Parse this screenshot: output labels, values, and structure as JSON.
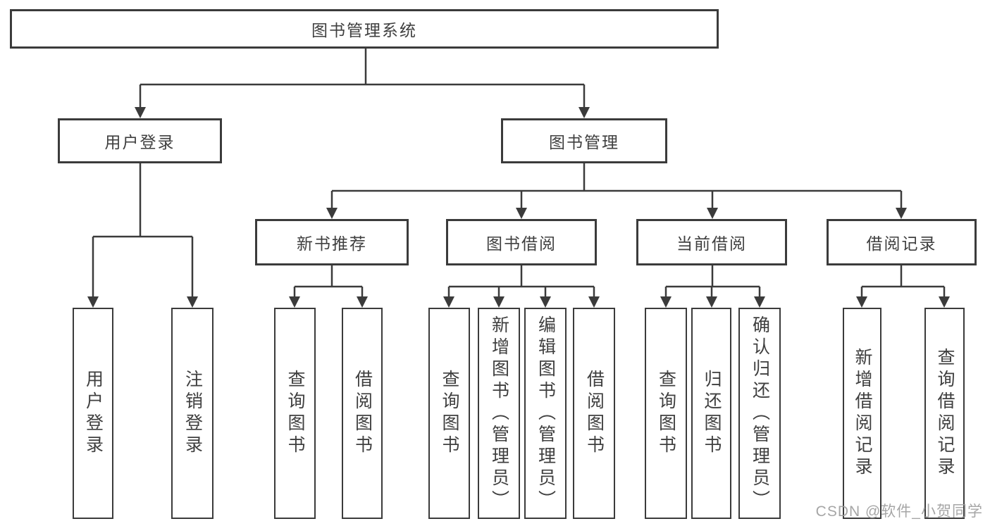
{
  "diagram": {
    "root_label": "图书管理系统",
    "level2": [
      {
        "label": "用户登录"
      },
      {
        "label": "图书管理"
      }
    ],
    "level3": [
      {
        "label": "新书推荐"
      },
      {
        "label": "图书借阅"
      },
      {
        "label": "当前借阅"
      },
      {
        "label": "借阅记录"
      }
    ],
    "leaves": {
      "user_login": [
        "用户登录",
        "注销登录"
      ],
      "new_book": [
        "查询图书",
        "借阅图书"
      ],
      "book_borrow": [
        "查询图书",
        "新增图书（管理员）",
        "编辑图书（管理员）",
        "借阅图书"
      ],
      "current_borrow": [
        "查询图书",
        "归还图书",
        "确认归还（管理员）"
      ],
      "borrow_record": [
        "新增借阅记录",
        "查询借阅记录"
      ]
    }
  },
  "watermark": "CSDN @软件_小贺同学",
  "colors": {
    "line": "#3b3b3b",
    "box_border": "#3b3b3b",
    "box_background": "#ffffff",
    "text": "#3f3f3f",
    "page_background": "#ffffff",
    "watermark": "#9e9e9e"
  }
}
